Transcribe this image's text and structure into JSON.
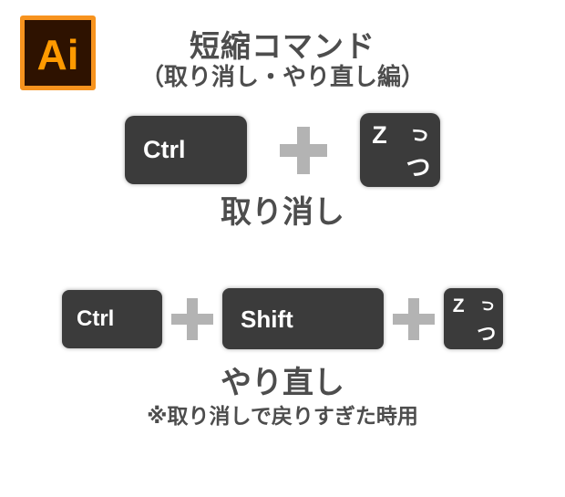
{
  "logo": {
    "text": "Ai"
  },
  "header": {
    "title": "短縮コマンド",
    "subtitle": "（取り消し・やり直し編）"
  },
  "undo": {
    "ctrl_label": "Ctrl",
    "z_key": {
      "z": "Z",
      "small_tsu": "っ",
      "tsu": "つ"
    },
    "label": "取り消し"
  },
  "redo": {
    "ctrl_label": "Ctrl",
    "shift_label": "Shift",
    "z_key": {
      "z": "Z",
      "small_tsu": "っ",
      "tsu": "つ"
    },
    "label": "やり直し",
    "note": "※取り消しで戻りすぎた時用"
  },
  "colors": {
    "key_bg": "#3B3B3B",
    "key_text": "#FFFFFF",
    "plus": "#B3B3B3",
    "heading": "#4D4D4D",
    "logo_border": "#F7931E",
    "logo_bg": "#2E1200",
    "logo_text": "#FF9A00"
  }
}
